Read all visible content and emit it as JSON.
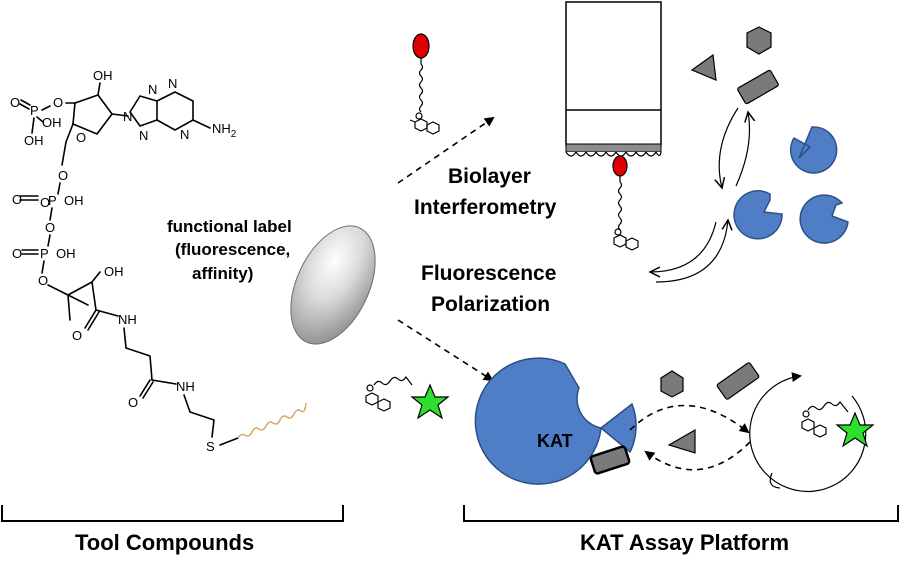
{
  "colors": {
    "enzyme_blue": "#4f7ec7",
    "enzyme_outline": "#2b4f86",
    "star_green": "#2de02d",
    "red_label": "#e00000",
    "gray_shape": "#7a7a7a",
    "linker_orange": "#d9a35a"
  },
  "molecule": {
    "atoms": {
      "oh_top": "OH",
      "o_phos": "O",
      "p_phos": "P",
      "oh_phos_1": "OH",
      "oh_phos_2": "OH",
      "n_1": "N",
      "n_2": "N",
      "n_3": "N",
      "n_4": "N",
      "n_5": "N",
      "nh2": "NH",
      "nh2_sub": "2",
      "o_ring": "O",
      "o_a1": "O",
      "p_a": "P",
      "o_a2": "O",
      "oh_a": "OH",
      "o_b1": "O",
      "p_b": "P",
      "oh_b": "OH",
      "o_bridge": "O",
      "oh_pant": "OH",
      "o_amide1": "O",
      "nh_1": "NH",
      "o_amide2": "O",
      "nh_2": "NH",
      "s": "S"
    }
  },
  "labels": {
    "functional_label_line1": "functional label",
    "functional_label_line2": "(fluorescence,",
    "functional_label_line3": "affinity)",
    "bli_line1": "Biolayer",
    "bli_line2": "Interferometry",
    "fp_line1": "Fluorescence",
    "fp_line2": "Polarization",
    "enzyme": "KAT",
    "tool_compounds": "Tool Compounds",
    "assay_platform": "KAT Assay Platform"
  },
  "icons": [
    "red-oval-tag-icon",
    "green-star-fluorophore-icon",
    "gray-triangle-icon",
    "gray-hexagon-icon",
    "gray-rectangle-icon",
    "blue-pacman-enzyme-icon",
    "biosensor-tip-icon"
  ]
}
